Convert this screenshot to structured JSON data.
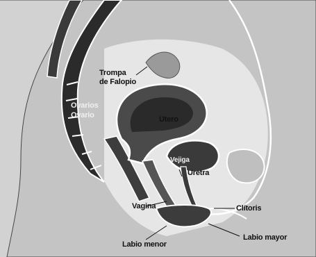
{
  "diagram": {
    "labels": {
      "trompa_line1": "Trompa",
      "trompa_line2": "de Falopio",
      "ovario_line1": "Ovarios",
      "ovario_line2": "Ovario",
      "utero": "Utero",
      "vejiga": "Vejiga",
      "uretra": "Uretra",
      "vagina": "Vagina",
      "clitoris": "Clítoris",
      "labio_menor": "Labio menor",
      "labio_mayor": "Labio mayor"
    }
  }
}
